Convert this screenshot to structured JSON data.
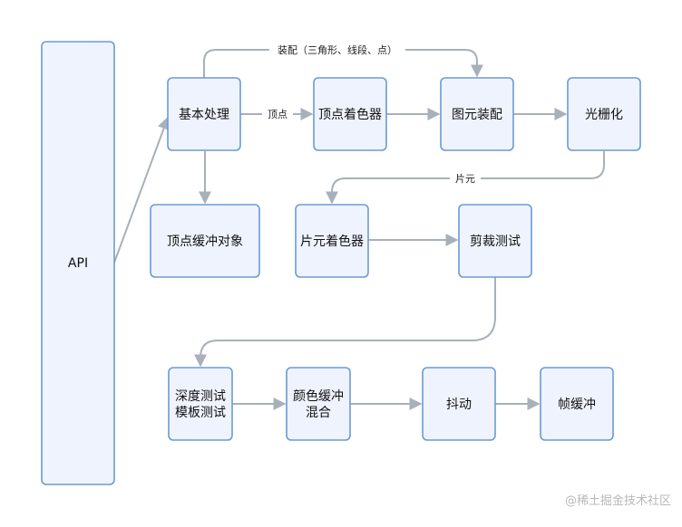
{
  "nodes": {
    "api": "API",
    "basic_processing": "基本处理",
    "vertex_shader": "顶点着色器",
    "primitive_assembly": "图元装配",
    "rasterization": "光栅化",
    "vertex_buffer_object": "顶点缓冲对象",
    "fragment_shader": "片元着色器",
    "scissor_test": "剪裁测试",
    "depth_stencil_line1": "深度测试",
    "depth_stencil_line2": "模板测试",
    "color_blend_line1": "颜色缓冲",
    "color_blend_line2": "混合",
    "dithering": "抖动",
    "frame_buffer": "帧缓冲"
  },
  "edge_labels": {
    "assembly": "装配（三角形、线段、点）",
    "vertices": "顶点",
    "fragments": "片元"
  },
  "watermark": "@稀土掘金技术社区",
  "colors": {
    "node_fill": "#eef3fe",
    "node_stroke": "#6b9bd2",
    "edge": "#a8b0bb"
  }
}
